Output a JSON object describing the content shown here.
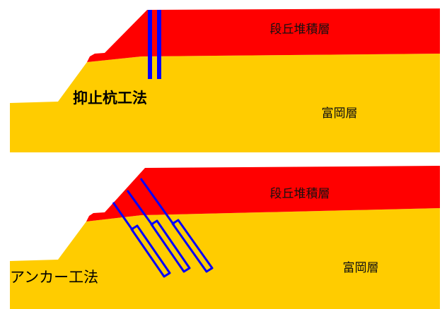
{
  "colors": {
    "terrace_layer": "#ff0000",
    "tomioka_layer": "#ffcc00",
    "reinforcement": "#0000ff",
    "background": "#ffffff"
  },
  "panels": [
    {
      "method_label": "抑止杭工法",
      "upper_layer_label": "段丘堆積層",
      "lower_layer_label": "富岡層",
      "reinforcement_type": "vertical-piles"
    },
    {
      "method_label": "アンカー工法",
      "upper_layer_label": "段丘堆積層",
      "lower_layer_label": "富岡層",
      "reinforcement_type": "inclined-anchors"
    }
  ]
}
